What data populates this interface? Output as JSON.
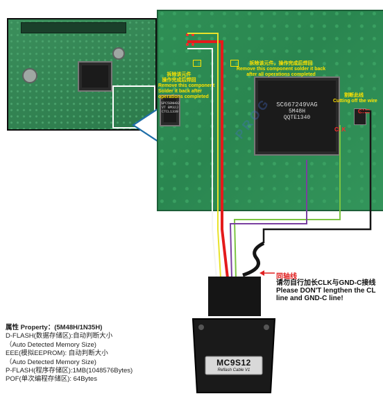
{
  "small_board": {
    "chip_label": "SPC58NH92\nVT BM32J\nCTCL1339"
  },
  "large_board": {
    "main_chip": {
      "line1": "SC667249VAG",
      "line2": "5M48H",
      "line3": "QQTE1340"
    },
    "note_remove_left": "拆除该元件\n操作完成后焊回\nRemove this component\nSolder it back after\noperations completed",
    "note_remove_top": "拆除该元件，操作完成后焊回\nRemove this component solder it back\nafter all operations completed",
    "note_cut_line": "割断此线\nCutting off the wire",
    "label_clk": "CLK",
    "label_gnd": "GND"
  },
  "cable": {
    "coax_title": "同轴线",
    "coax_note_cn": "请勿自行加长CLK与GND-C接线",
    "coax_note_en1": "Please DON'T lengthen the CL",
    "coax_note_en2": "line and GND-C line!"
  },
  "connector": {
    "label": "MC9S12",
    "sublabel": "Reflash Cable V1"
  },
  "info": {
    "title": "属性 Property：(5M48H/1N35H)",
    "lines": [
      "D-FLASH(数据存储区):自动判断大小",
      "（Auto Detected Memory Size)",
      "EEE(模拟EEPROM): 自动判断大小",
      "（Auto Detected Memory Size)",
      "P-FLASH(程序存储区):1MB(1048576Bytes)",
      "POF(单次编程存储区): 64Bytes"
    ]
  },
  "colors": {
    "pcb": "#2f8f55",
    "wire_red": "#e41b1b",
    "wire_black": "#151515",
    "wire_white": "#f4f4f4",
    "wire_yellow": "#e8e22a",
    "wire_green": "#7cc441",
    "wire_purple": "#7a3fa0"
  }
}
